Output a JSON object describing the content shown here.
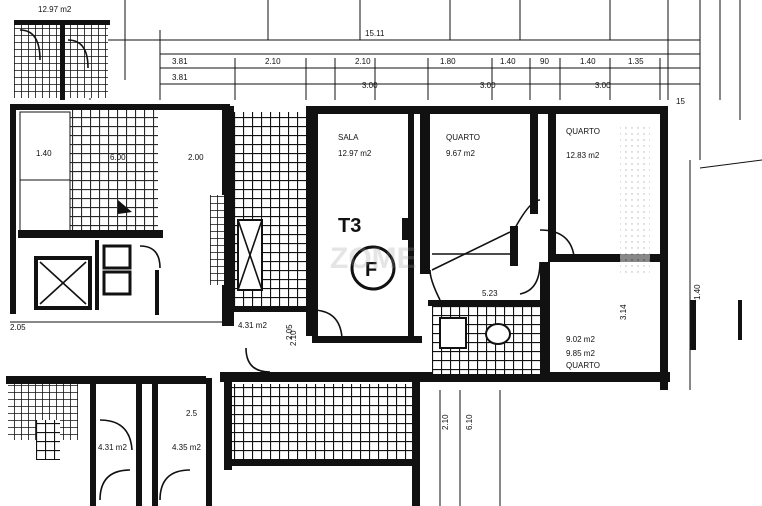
{
  "colors": {
    "ink": "#111111",
    "paper": "#ffffff",
    "hatch": "#2a2a2a"
  },
  "top_area": "12.97 m2",
  "overall_width": "15.11",
  "dims_row1": [
    "3.81",
    "2.10",
    "2.10",
    "1.80",
    "1.40",
    "90",
    "1.40",
    "1.35"
  ],
  "dims_row2": [
    "3.81",
    "3.00",
    "3.00",
    "3.00"
  ],
  "side_dim": "15",
  "left_dims": [
    "1.40",
    "6.00",
    "2.00"
  ],
  "bottom_left_dim": "2.05",
  "unit_label": "T3",
  "energy_class": "F",
  "rooms": {
    "sala": {
      "name": "SALA",
      "area": "12.97 m2"
    },
    "quarto1": {
      "name": "QUARTO",
      "area": "9.67 m2"
    },
    "quarto2": {
      "name": "QUARTO",
      "area": "12.83 m2"
    },
    "quarto3": {
      "name": "QUARTO",
      "area": "9.85 m2",
      "alt_area": "9.02 m2"
    },
    "hall": {
      "area": "5.23"
    },
    "small": {
      "area": "4.31 m2"
    },
    "small_dim": "2.05"
  },
  "bottom_areas": [
    "4.31 m2",
    "4.35 m2",
    "2.5"
  ],
  "vertical_dims": [
    "2.10",
    "6.10",
    "3.14",
    "1.40",
    "2.10"
  ],
  "watermark": "ZOME"
}
